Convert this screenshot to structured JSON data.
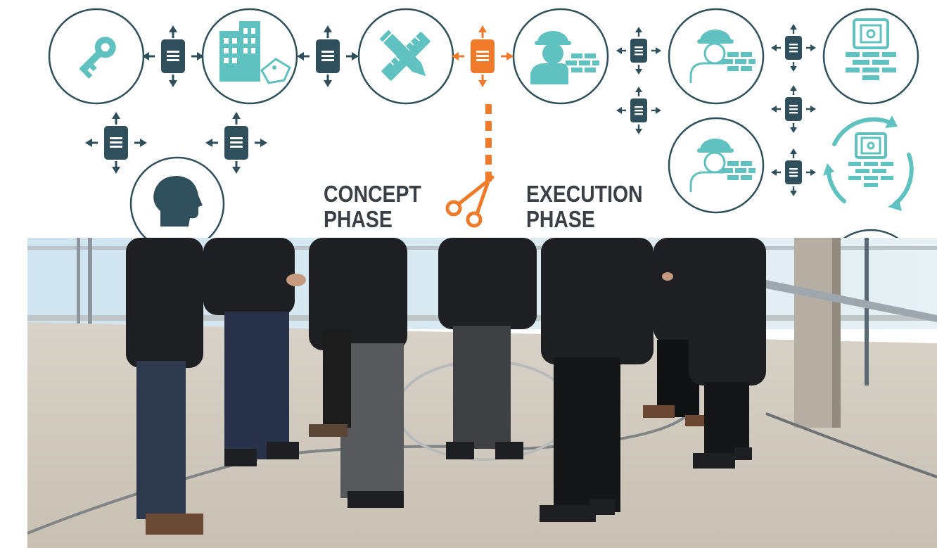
{
  "diagram": {
    "concept_label": {
      "line1": "CONCEPT",
      "line2": "PHASE"
    },
    "execution_label": {
      "line1": "EXECUTION",
      "line2": "PHASE"
    },
    "icons": {
      "key": "key-icon",
      "building": "building-for-sale-icon",
      "design": "pencil-ruler-icon",
      "worker": "construction-worker-icon",
      "client": "person-head-icon",
      "scissors": "scissors-icon",
      "safe": "safe-on-wall-icon",
      "cycle": "maintenance-cycle-icon",
      "document": "document-exchange-icon"
    },
    "colors": {
      "teal": "#5fc1c0",
      "dark_teal": "#2e4f5b",
      "orange": "#ef7a2a",
      "circle_stroke": "#2e4f5b",
      "label": "#3a4046"
    }
  },
  "photo": {
    "subject": "construction-site-group-photo"
  }
}
